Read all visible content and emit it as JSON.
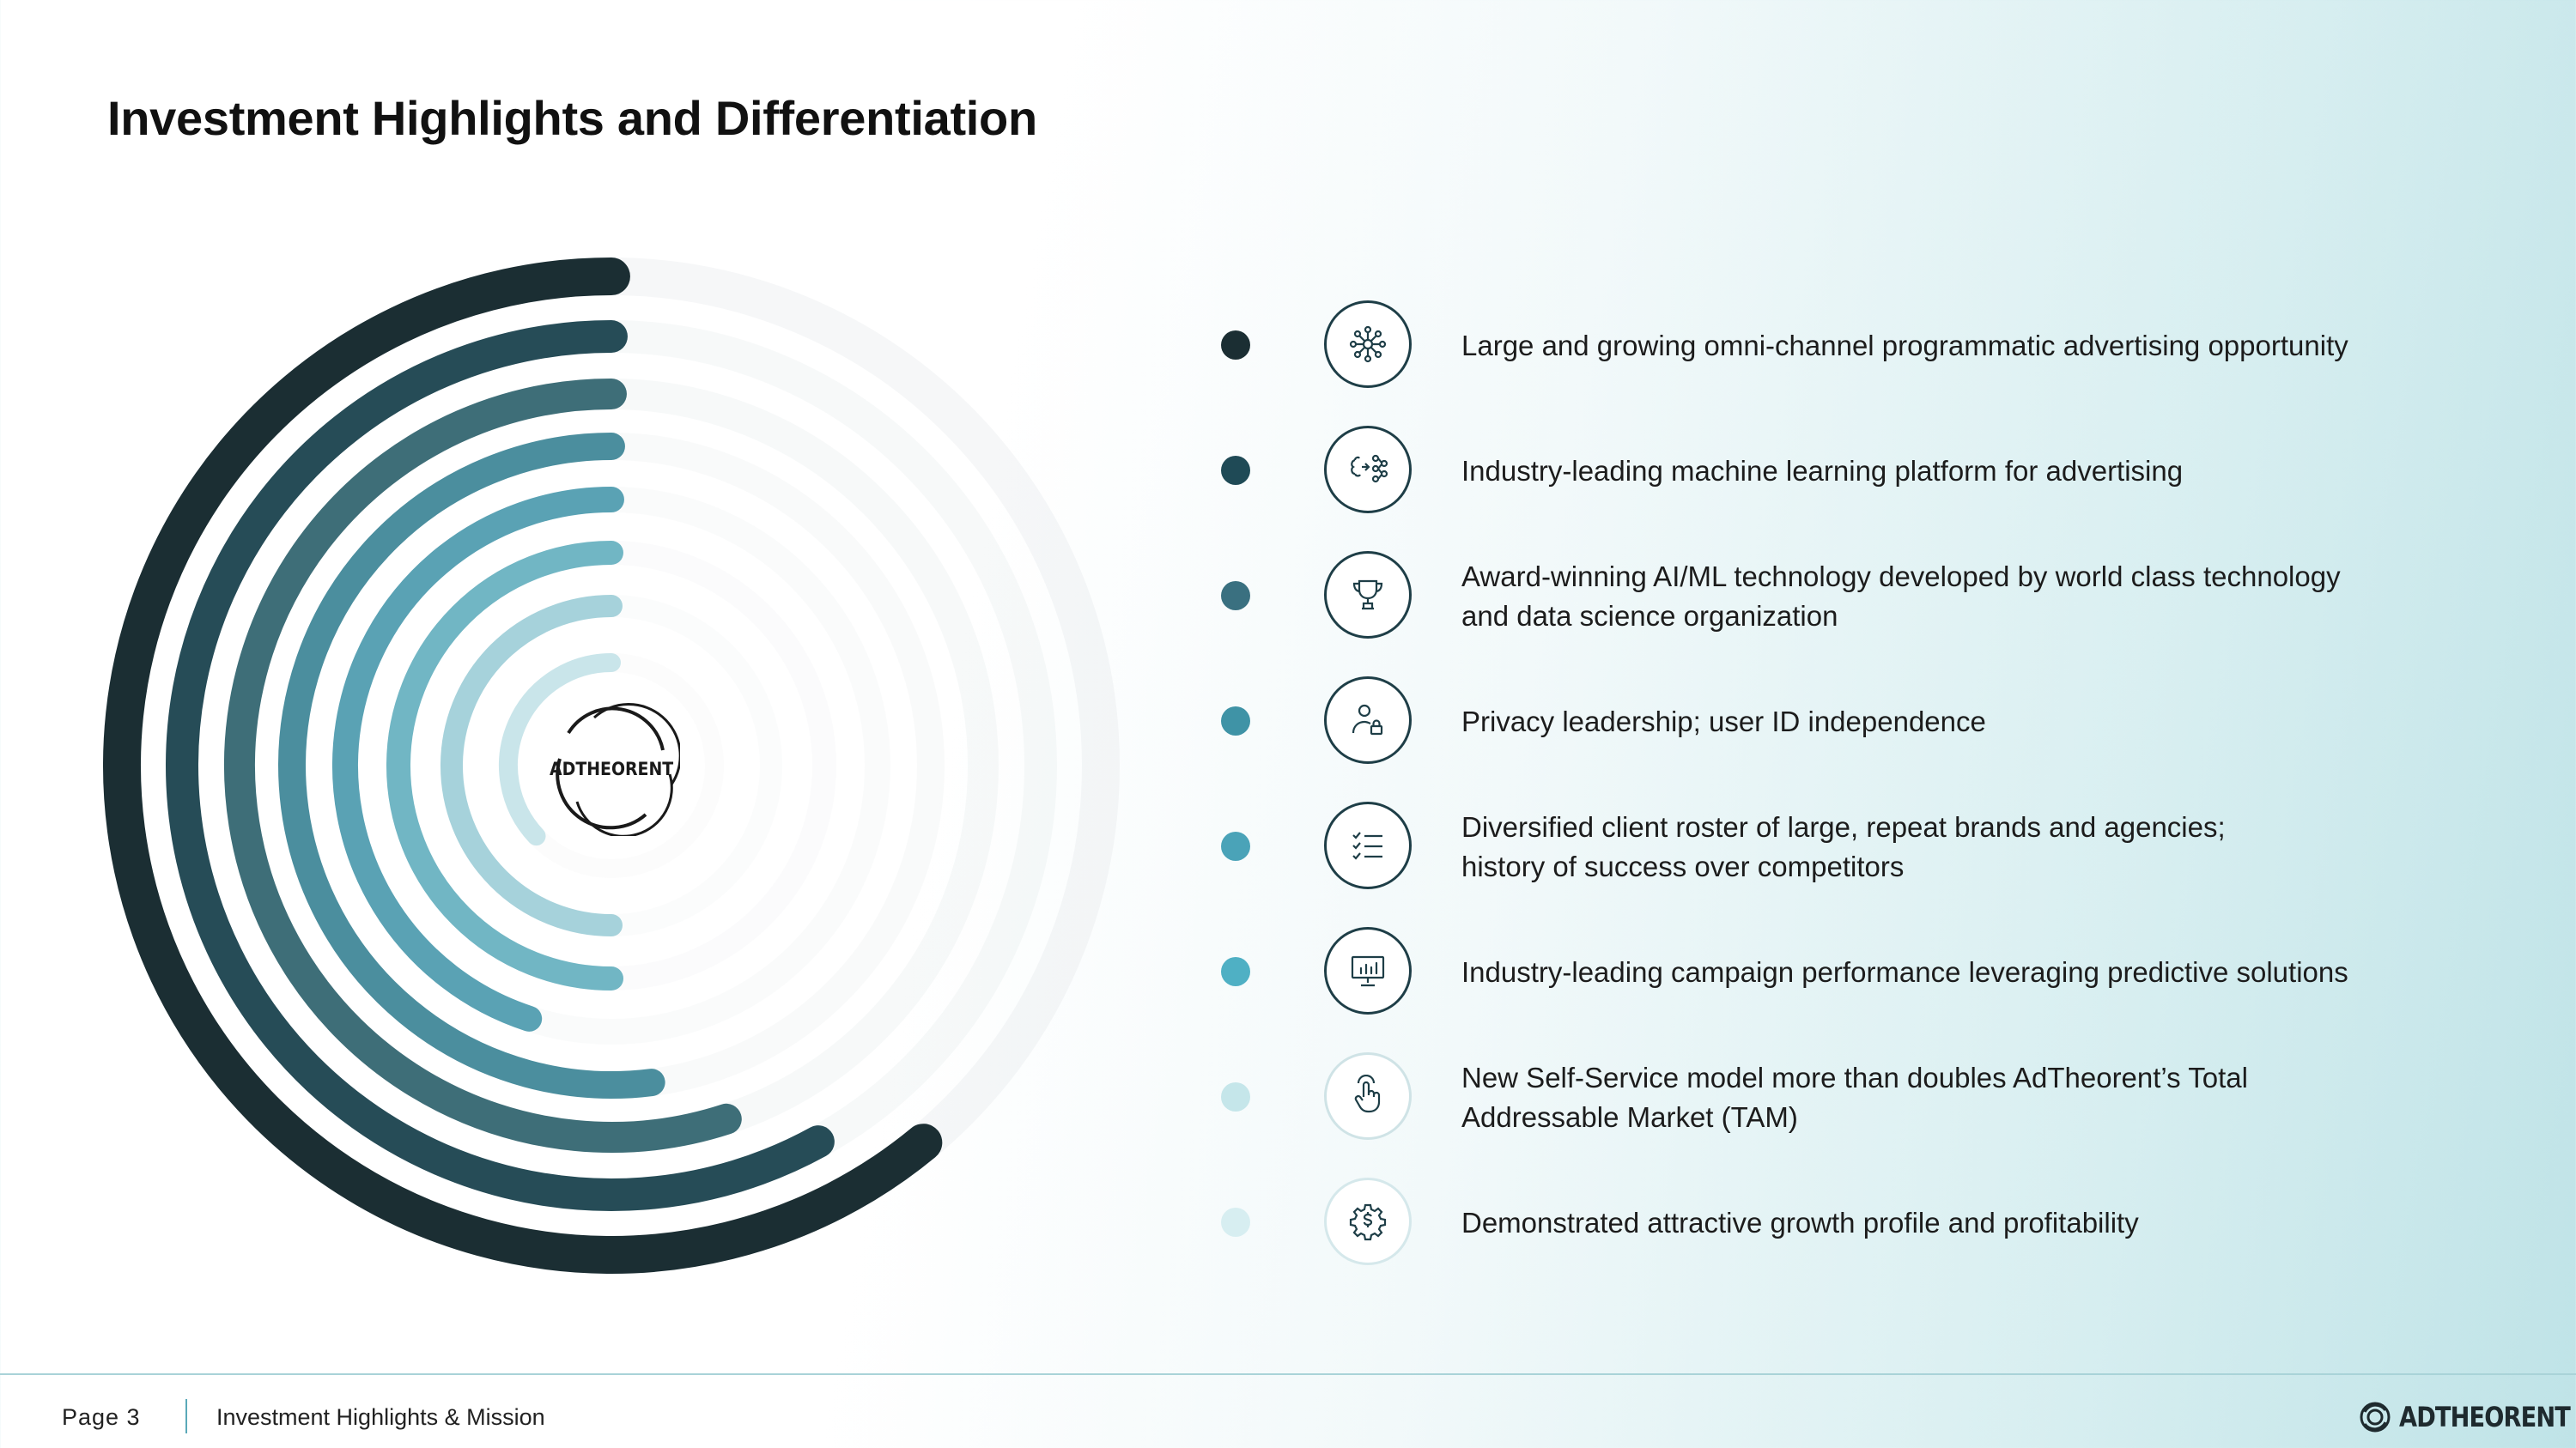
{
  "slide": {
    "title": "Investment Highlights and Differentiation"
  },
  "center_logo": {
    "text": "ADTHEORENT",
    "icon": "adtheorent-logo-icon"
  },
  "rings": {
    "colors": [
      "#1b2e33",
      "#264c57",
      "#3e6e78",
      "#4b8e9e",
      "#5aa2b4",
      "#71b6c4",
      "#a6d2db",
      "#c9e5ea"
    ],
    "track_color": "#d5dcdd",
    "progress": [
      0.61,
      0.58,
      0.55,
      0.52,
      0.45,
      0.5,
      0.5,
      0.37
    ]
  },
  "highlights": [
    {
      "text": "Large and growing omni-channel programmatic advertising opportunity",
      "icon": "network-nodes-icon",
      "dot_color": "#1b2e33"
    },
    {
      "text": "Industry-leading machine learning platform for advertising",
      "icon": "machine-learning-icon",
      "dot_color": "#1f4a56"
    },
    {
      "text": "Award-winning AI/ML technology developed by world class technology\nand data science organization",
      "icon": "trophy-icon",
      "dot_color": "#3a7080"
    },
    {
      "text": "Privacy leadership; user ID independence",
      "icon": "user-lock-icon",
      "dot_color": "#3f93a6"
    },
    {
      "text": "Diversified client roster of large, repeat brands and agencies;\nhistory of success over competitors",
      "icon": "checklist-icon",
      "dot_color": "#4aa3b8"
    },
    {
      "text": "Industry-leading campaign performance leveraging predictive solutions",
      "icon": "presentation-chart-icon",
      "dot_color": "#4fb0c4"
    },
    {
      "text": "New Self-Service model more than doubles AdTheorent’s Total\nAddressable Market (TAM)",
      "icon": "hand-pointer-icon",
      "dot_color": "#c5e6ea"
    },
    {
      "text": "Demonstrated attractive growth profile and profitability",
      "icon": "dollar-gear-icon",
      "dot_color": "#d7eef1"
    }
  ],
  "footer": {
    "page": "Page 3",
    "section": "Investment Highlights & Mission",
    "logo_text": "ADTHEORENT",
    "logo_icon": "adtheorent-mark-icon"
  }
}
